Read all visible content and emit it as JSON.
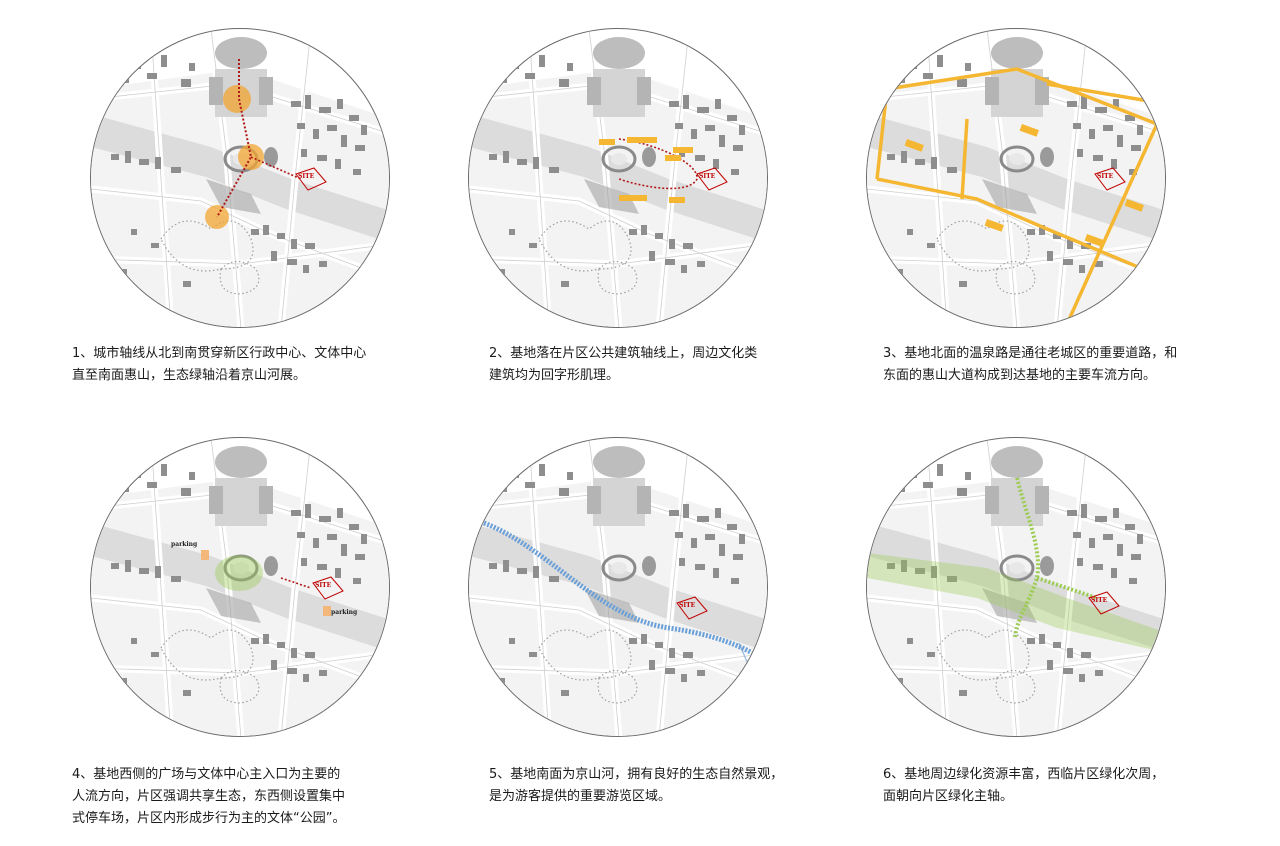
{
  "captions": [
    "1、城市轴线从北到南贯穿新区行政中心、文体中心\n直至南面惠山，生态绿轴沿着京山河展。",
    "2、基地落在片区公共建筑轴线上，周边文化类\n建筑均为回字形肌理。",
    "3、基地北面的温泉路是通往老城区的重要道路，和\n东面的惠山大道构成到达基地的主要车流方向。",
    "4、基地西侧的广场与文体中心主入口为主要的\n人流方向，片区强调共享生态，东西侧设置集中\n式停车场，片区内形成步行为主的文体“公园”。",
    "5、基地南面为京山河，拥有良好的生态自然景观，\n是为游客提供的重要游览区域。",
    "6、基地周边绿化资源丰富，西临片区绿化次周，\n面朝向片区绿化主轴。"
  ],
  "map_labels": {
    "site": "SITE",
    "parking": "parking"
  },
  "colors": {
    "axis_red": "#b01818",
    "highlight_orange": "#f2a531",
    "road_yellow": "#f5b731",
    "river_blue": "#6a9fd8",
    "green_axis": "#9ccc52",
    "parking_orange": "#f4b77a"
  }
}
